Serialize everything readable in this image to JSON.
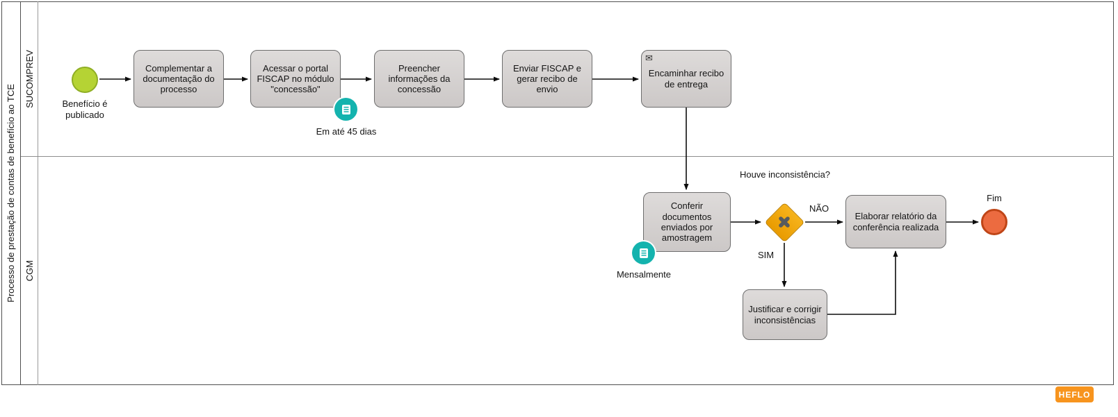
{
  "pool": {
    "title": "Processo de prestação de contas de benefício ao TCE",
    "lanes": [
      {
        "label": "SUCOMPREV"
      },
      {
        "label": "CGM"
      }
    ]
  },
  "nodes": {
    "start": {
      "label": "Benefício é publicado"
    },
    "task1": {
      "label": "Complementar a documentação do processo"
    },
    "task2": {
      "label": "Acessar o portal FISCAP no módulo \"concessão\""
    },
    "task3": {
      "label": "Preencher informações da concessão"
    },
    "task4": {
      "label": "Enviar FISCAP e gerar recibo de envio"
    },
    "task5": {
      "label": "Encaminhar recibo de entrega"
    },
    "task6": {
      "label": "Conferir documentos enviados por amostragem"
    },
    "gateway": {
      "label": "Houve inconsistência?"
    },
    "task7": {
      "label": "Elaborar relatório da conferência realizada"
    },
    "task8": {
      "label": "Justificar e corrigir inconsistências"
    },
    "end": {
      "label": "Fim"
    }
  },
  "annotations": {
    "timer": "Em até 45 dias",
    "monthly": "Mensalmente"
  },
  "edge_labels": {
    "no": "NÃO",
    "yes": "SIM"
  },
  "colors": {
    "start_fill": "#b5d334",
    "end_fill": "#ec6b40",
    "gateway_fill": "#f2a90c",
    "annotation_teal": "#14b3ae",
    "task_fill": "#d8d5d4",
    "task_border": "#6d6d6d",
    "logo_orange": "#f7941e"
  },
  "logo": {
    "text": "HEFLO"
  }
}
